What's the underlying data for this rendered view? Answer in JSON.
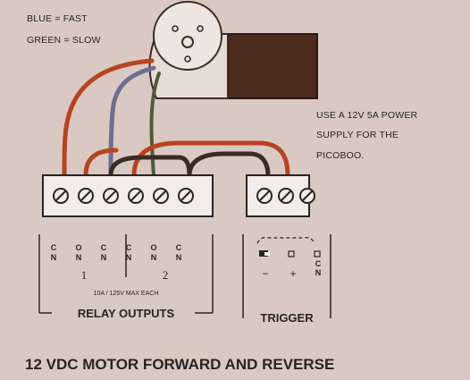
{
  "legend": {
    "blue_label": "BLUE = FAST",
    "green_label": "GREEN = SLOW"
  },
  "power_note": {
    "line1": "USE A 12V 5A POWER",
    "line2": "SUPPLY FOR THE",
    "line3": "PICOBOO."
  },
  "relay_block": {
    "terminal_labels": [
      "C\nN",
      "O\nN",
      "C\nN",
      "C\nN",
      "O\nN",
      "C\nN"
    ],
    "relay1_number": "1",
    "relay2_number": "2",
    "rating": "10A / 125V MAX EACH",
    "label": "RELAY OUTPUTS"
  },
  "trigger_block": {
    "minus": "−",
    "plus": "+",
    "label": "TRIGGER"
  },
  "title": "12 VDC MOTOR FORWARD AND REVERSE",
  "colors": {
    "paper": "#d9c9c2",
    "ink": "#2a2422",
    "red_wire": "#b8431f",
    "blue_wire": "#6c6f93",
    "black_wire": "#3a2c22",
    "motor_body": "#4a2b1e"
  }
}
